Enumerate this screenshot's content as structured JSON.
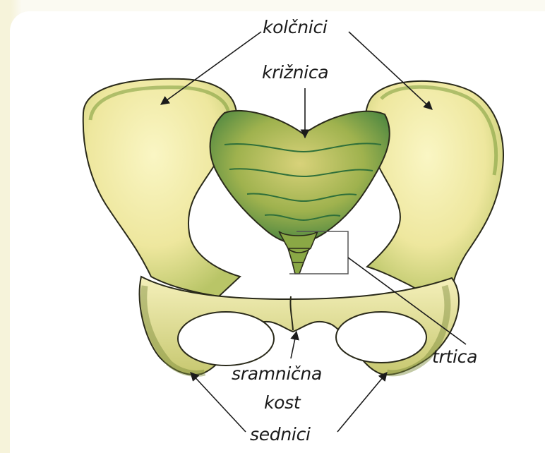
{
  "colors": {
    "bone_fill": "#f0ecae",
    "bone_shade": "#7a9a3a",
    "bone_dark": "#2f6f3a",
    "outline": "#2a2a1a",
    "background": "#ffffff"
  },
  "labels": {
    "hip_bones": "kolčnici",
    "sacrum": "križnica",
    "coccyx": "trtica",
    "pubic_bone_line1": "sramnična",
    "pubic_bone_line2": "kost",
    "ischium": "sednici"
  }
}
